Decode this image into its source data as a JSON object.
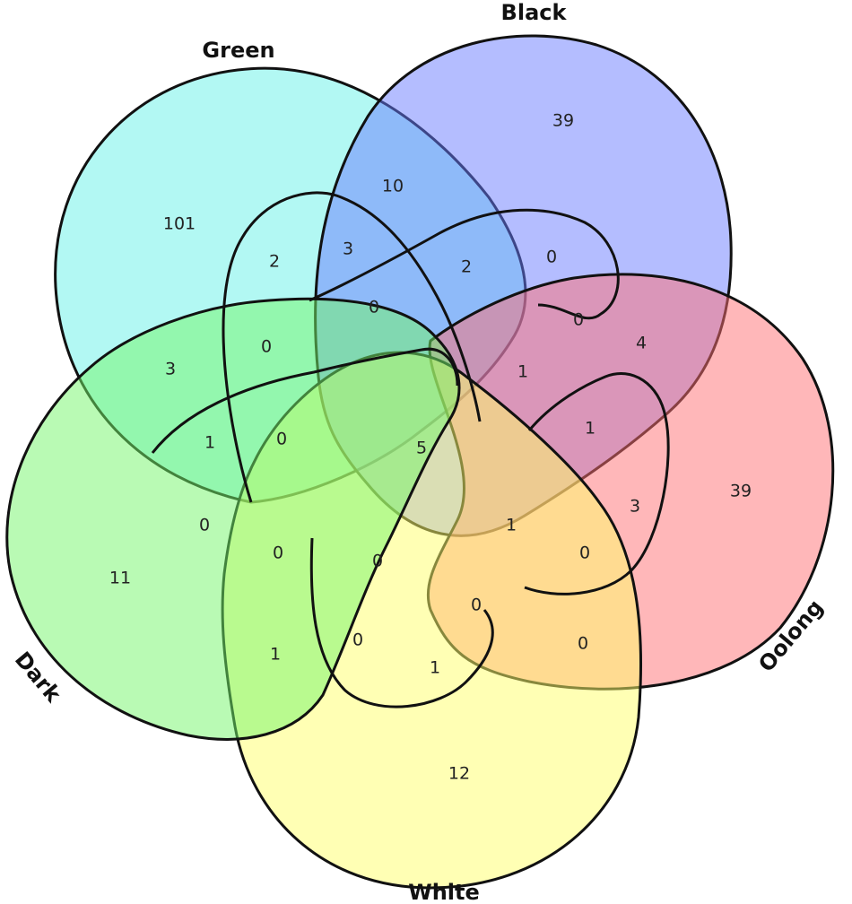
{
  "sets": [
    {
      "key": "green",
      "name": "Green",
      "color": "#66f2e8"
    },
    {
      "key": "black",
      "name": "Black",
      "color": "#6a7cff"
    },
    {
      "key": "oolong",
      "name": "Oolong",
      "color": "#ff6f73"
    },
    {
      "key": "white",
      "name": "White",
      "color": "#ffff6a"
    },
    {
      "key": "dark",
      "name": "Dark",
      "color": "#74f56a"
    }
  ],
  "regions": [
    {
      "id": "green_only",
      "sets": [
        "Green"
      ],
      "count": "101"
    },
    {
      "id": "black_only",
      "sets": [
        "Black"
      ],
      "count": "39"
    },
    {
      "id": "oolong_only",
      "sets": [
        "Oolong"
      ],
      "count": "39"
    },
    {
      "id": "dark_only",
      "sets": [
        "Dark"
      ],
      "count": "11"
    },
    {
      "id": "white_only",
      "sets": [
        "White"
      ],
      "count": "12"
    },
    {
      "id": "green_black",
      "sets": [
        "Green",
        "Black"
      ],
      "count": "10"
    },
    {
      "id": "green_white",
      "sets": [
        "Green",
        "White"
      ],
      "count": "2"
    },
    {
      "id": "green_black_white",
      "sets": [
        "Green",
        "Black",
        "White"
      ],
      "count": "3"
    },
    {
      "id": "green_black_oolong",
      "sets": [
        "Green",
        "Black",
        "Oolong"
      ],
      "count": "2"
    },
    {
      "id": "black_oolong_a",
      "sets": [
        "Black",
        "Oolong"
      ],
      "count": "0"
    },
    {
      "id": "black_oolong_b",
      "sets": [
        "Black",
        "Oolong"
      ],
      "count": "0"
    },
    {
      "id": "black_oolong_c",
      "sets": [
        "Black",
        "Oolong"
      ],
      "count": "4"
    },
    {
      "id": "green_black_white_oolong",
      "sets": [
        "Green",
        "Black",
        "White",
        "Oolong"
      ],
      "count": "0"
    },
    {
      "id": "green_dark",
      "sets": [
        "Green",
        "Dark"
      ],
      "count": "3"
    },
    {
      "id": "green_dark_white",
      "sets": [
        "Green",
        "Dark",
        "White"
      ],
      "count": "0"
    },
    {
      "id": "green_black_oolong_2",
      "sets": [
        "Green",
        "Black",
        "Oolong"
      ],
      "count": "1"
    },
    {
      "id": "green_dark_oolong",
      "sets": [
        "Green",
        "Dark",
        "Oolong"
      ],
      "count": "1"
    },
    {
      "id": "green_dark_white_2",
      "sets": [
        "Green",
        "Dark",
        "White"
      ],
      "count": "0"
    },
    {
      "id": "all_five",
      "sets": [
        "Green",
        "Black",
        "Oolong",
        "White",
        "Dark"
      ],
      "count": "5"
    },
    {
      "id": "black_oolong_white",
      "sets": [
        "Black",
        "Oolong",
        "White"
      ],
      "count": "1"
    },
    {
      "id": "dark_oolong",
      "sets": [
        "Dark",
        "Oolong"
      ],
      "count": "0"
    },
    {
      "id": "dark_oolong_white",
      "sets": [
        "Dark",
        "Oolong",
        "White"
      ],
      "count": "0"
    },
    {
      "id": "dark_black_white_oolong",
      "sets": [
        "Dark",
        "Black",
        "White",
        "Oolong"
      ],
      "count": "0"
    },
    {
      "id": "black_oolong_white_2",
      "sets": [
        "Black",
        "Oolong",
        "White"
      ],
      "count": "1"
    },
    {
      "id": "oolong_dark",
      "sets": [
        "Oolong",
        "Dark"
      ],
      "count": "3"
    },
    {
      "id": "oolong_white_dark",
      "sets": [
        "Oolong",
        "White",
        "Dark"
      ],
      "count": "0"
    },
    {
      "id": "dark_white_oolong_black",
      "sets": [
        "Dark",
        "White",
        "Oolong",
        "Black"
      ],
      "count": "0"
    },
    {
      "id": "oolong_white",
      "sets": [
        "Oolong",
        "White"
      ],
      "count": "0"
    },
    {
      "id": "dark_white",
      "sets": [
        "Dark",
        "White"
      ],
      "count": "1"
    },
    {
      "id": "dark_white_black",
      "sets": [
        "Dark",
        "White",
        "Black"
      ],
      "count": "0"
    },
    {
      "id": "white_black",
      "sets": [
        "White",
        "Black"
      ],
      "count": "1"
    }
  ]
}
